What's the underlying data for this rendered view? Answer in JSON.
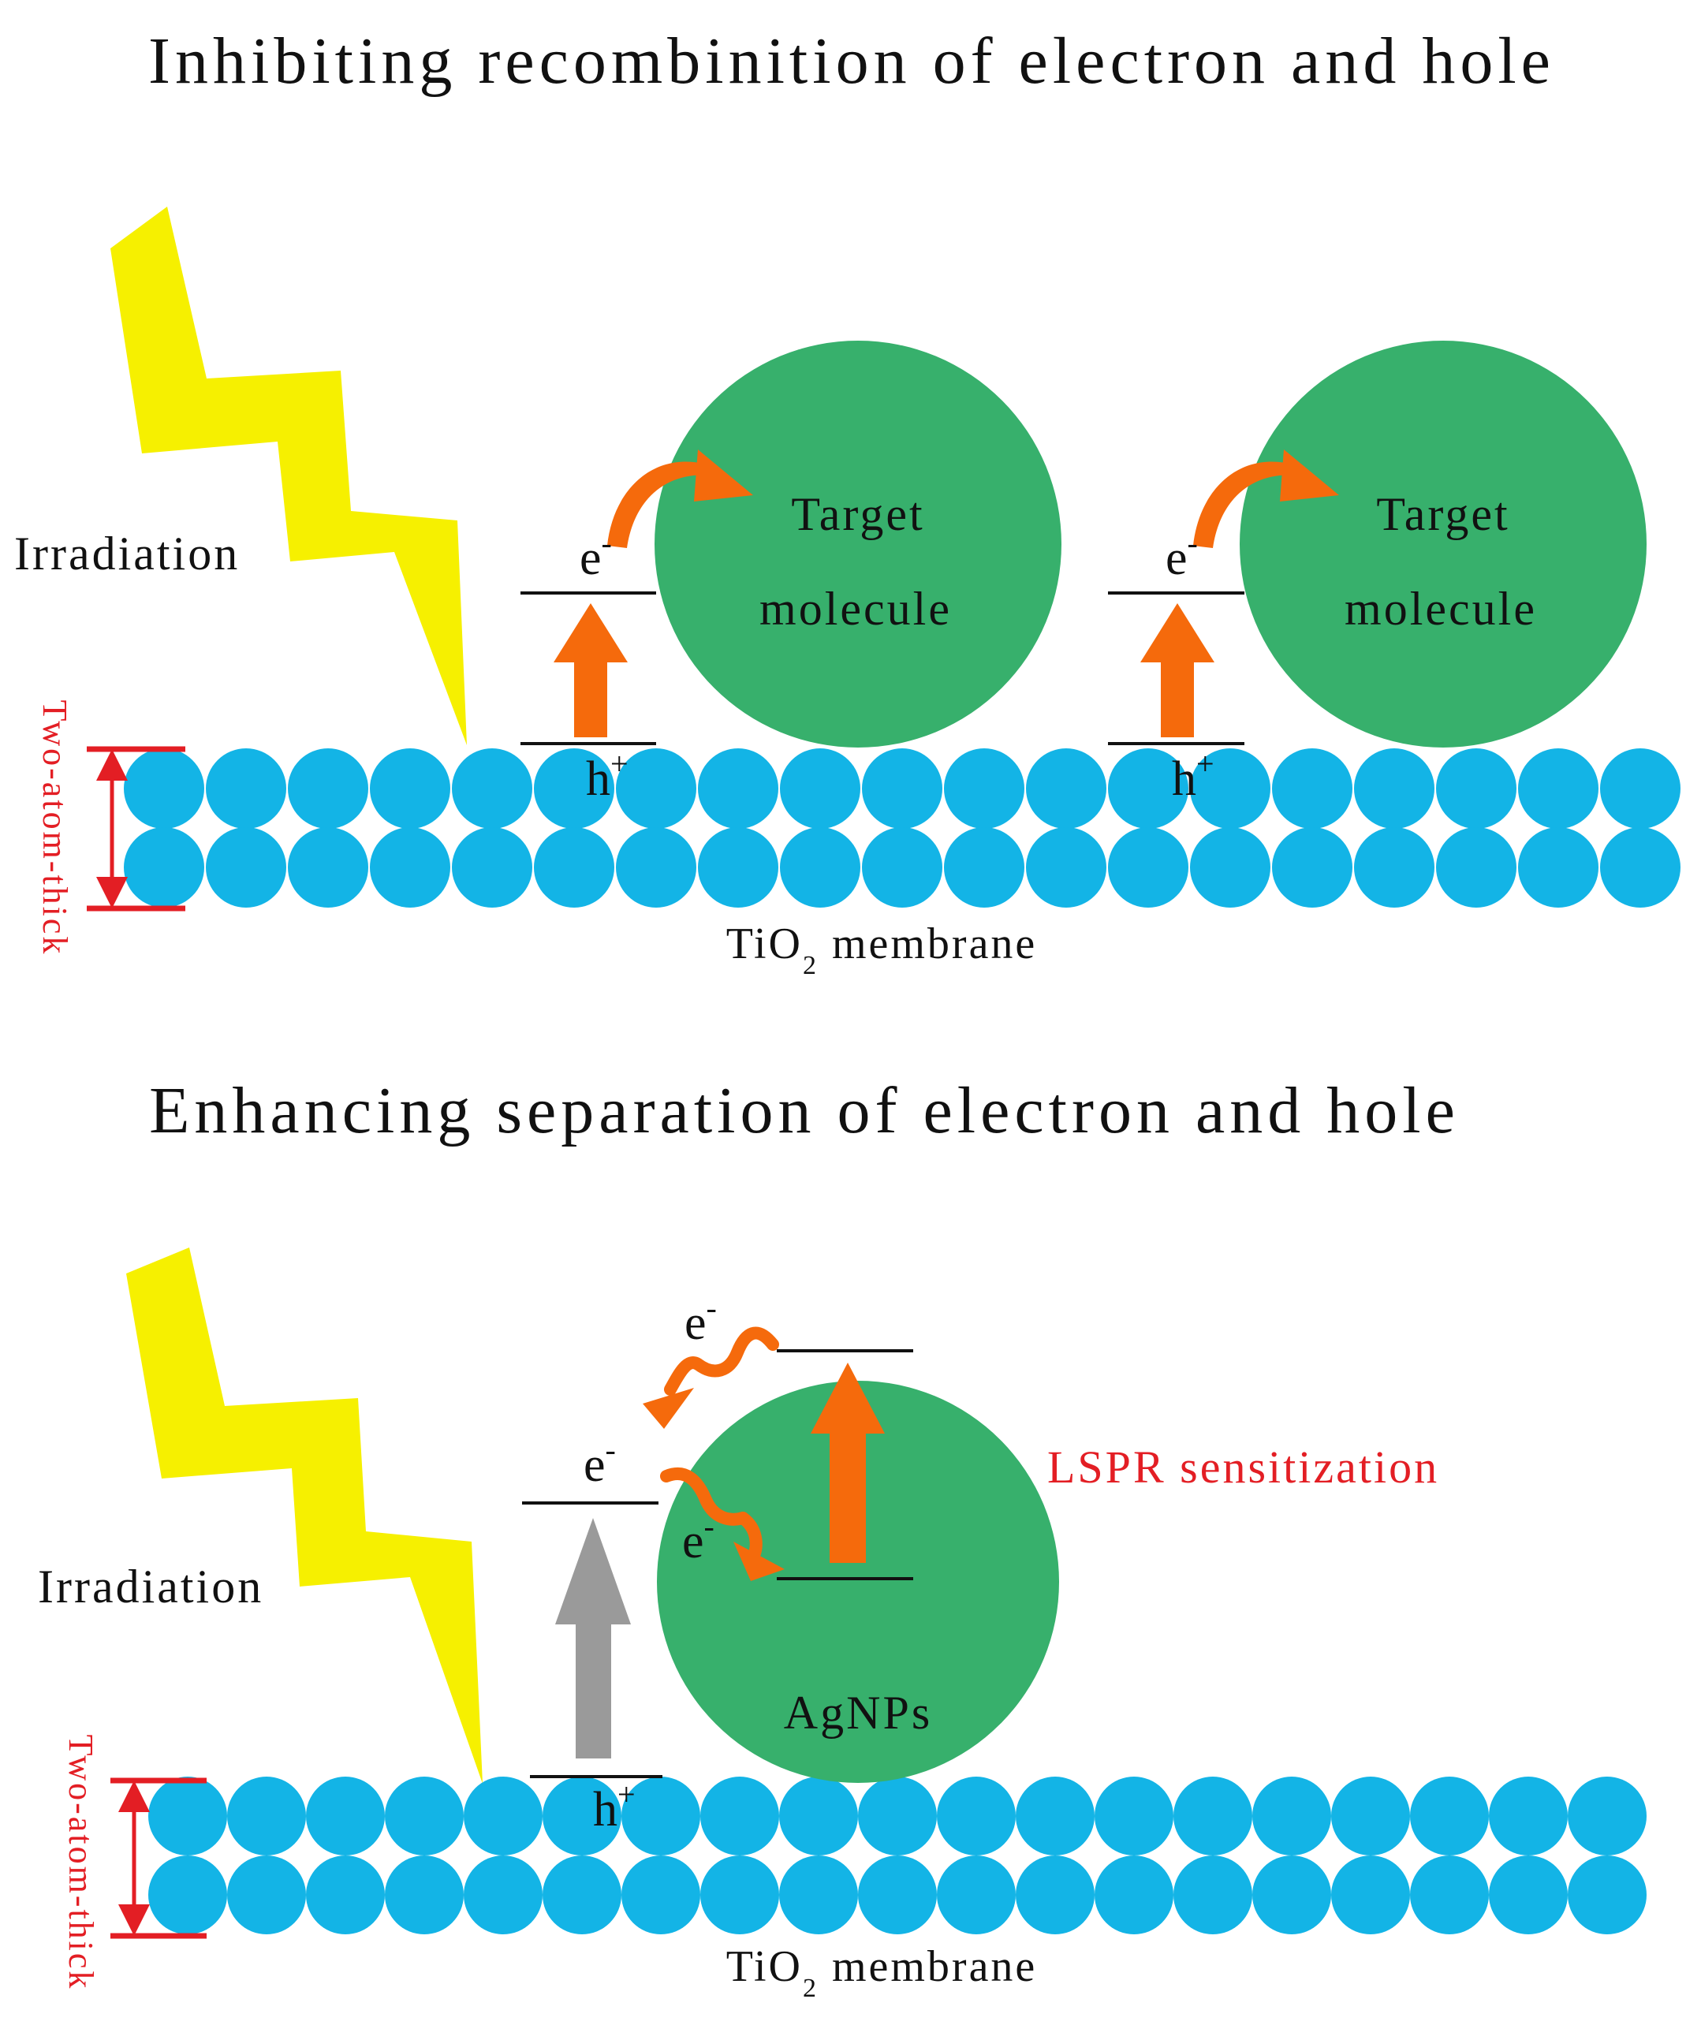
{
  "panel_top": {
    "title": "Inhibiting recombinition of electron and hole",
    "irradiation_label": "Irradiation",
    "thickness_label": "Two-atom-thick",
    "membrane_label_prefix": "TiO",
    "membrane_label_sub": "2",
    "membrane_label_suffix": " membrane",
    "electron_symbol": "e",
    "electron_charge": "-",
    "hole_symbol": "h",
    "hole_charge": "+",
    "target_line1": "Target",
    "target_line2": "molecule"
  },
  "panel_bottom": {
    "title": "Enhancing separation of electron and hole",
    "irradiation_label": "Irradiation",
    "thickness_label": "Two-atom-thick",
    "membrane_label_prefix": "TiO",
    "membrane_label_sub": "2",
    "membrane_label_suffix": " membrane",
    "electron_symbol": "e",
    "electron_charge": "-",
    "hole_symbol": "h",
    "hole_charge": "+",
    "particle_label": "AgNPs",
    "lspr_label": "LSPR sensitization"
  },
  "colors": {
    "atom": "#13b4e6",
    "sphere": "#37b06c",
    "lightning": "#f6f000",
    "orange_arrow": "#f56a0c",
    "gray_arrow": "#9a9a9a",
    "red_annotation": "#e31e24",
    "text": "#111111"
  }
}
